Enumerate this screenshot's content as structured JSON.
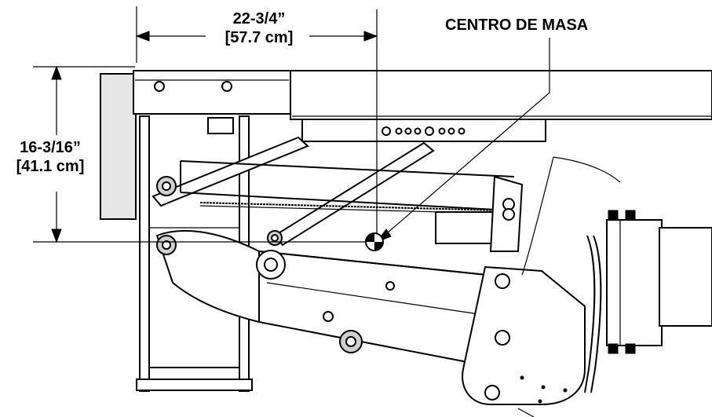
{
  "dimensions": {
    "width_line1": "22-3/4”",
    "width_line2": "[57.7 cm]",
    "height_line1": "16-3/16”",
    "height_line2": "[41.1 cm]"
  },
  "callout": {
    "center_of_mass": "CENTRO DE MASA"
  }
}
